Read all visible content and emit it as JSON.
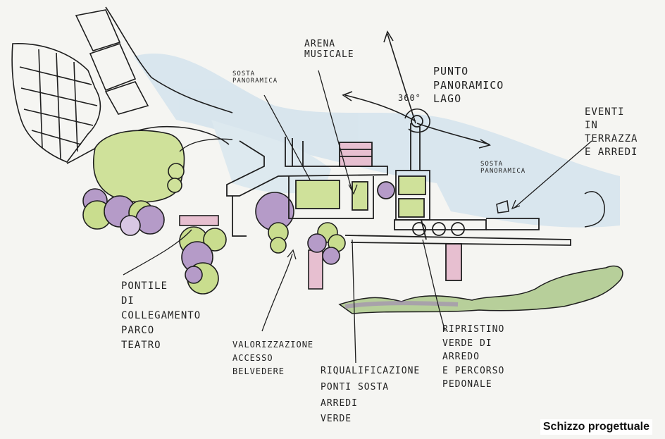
{
  "labels": {
    "arena": "ARENA\nMUSICALE",
    "sosta_1": "SOSTA\nPANORAMICA",
    "punto": "PUNTO\nPANORAMICO\nLAGO",
    "angle": "360°",
    "sosta_2": "SOSTA\nPANORAMICA",
    "eventi": "EVENTI\nIN\nTERRAZZA\nE ARREDI",
    "pontile": "PONTILE\nDI\nCOLLEGAMENTO\nPARCO\nTEATRO",
    "valorizzazione": "VALORIZZAZIONE\nACCESSO\nBELVEDERE",
    "riqualificazione": "RIQUALIFICAZIONE\nPONTI SOSTA\nARREDI\nVERDE",
    "ripristino": "RIPRISTINO\nVERDE DI\nARREDO\nE PERCORSO\nPEDONALE"
  },
  "caption": "Schizzo progettuale",
  "colors": {
    "paper": "#f5f5f2",
    "green": "#c9dd8e",
    "purple": "#b59bc8",
    "pink": "#e7bfd0",
    "blue": "#c9dcea",
    "ink": "#1e1e1e"
  }
}
